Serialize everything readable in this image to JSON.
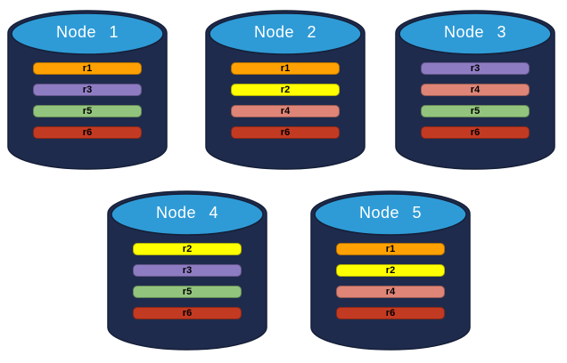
{
  "diagram": {
    "colors": {
      "cylinder_body": "#1F2B4D",
      "cylinder_outline": "#151F38",
      "cylinder_top": "#2E9BD6",
      "replicas": {
        "r1": "#FFA102",
        "r2": "#FFFF00",
        "r3": "#8E7CC3",
        "r4": "#DE8577",
        "r5": "#93C47D",
        "r6": "#C33A22"
      }
    },
    "nodes": [
      {
        "title": "Node 1",
        "replicas": [
          "r1",
          "r3",
          "r5",
          "r6"
        ]
      },
      {
        "title": "Node 2",
        "replicas": [
          "r1",
          "r2",
          "r4",
          "r6"
        ]
      },
      {
        "title": "Node 3",
        "replicas": [
          "r3",
          "r4",
          "r5",
          "r6"
        ]
      },
      {
        "title": "Node 4",
        "replicas": [
          "r2",
          "r3",
          "r5",
          "r6"
        ]
      },
      {
        "title": "Node 5",
        "replicas": [
          "r1",
          "r2",
          "r4",
          "r6"
        ]
      }
    ]
  }
}
